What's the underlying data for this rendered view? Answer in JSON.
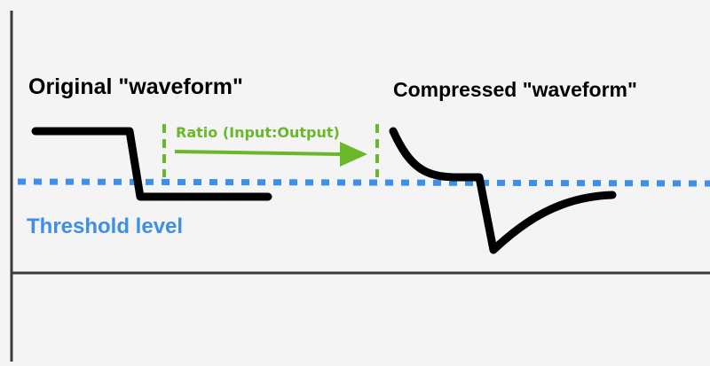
{
  "diagram": {
    "title_original": "Original \"waveform\"",
    "title_compressed": "Compressed \"waveform\"",
    "ratio_label": "Ratio (Input:Output)",
    "threshold_label": "Threshold level"
  },
  "colors": {
    "background": "#f4f4f4",
    "axis": "#3a3a3a",
    "waveform": "#000000",
    "ratio": "#6ab82a",
    "threshold": "#3d8fe8"
  }
}
